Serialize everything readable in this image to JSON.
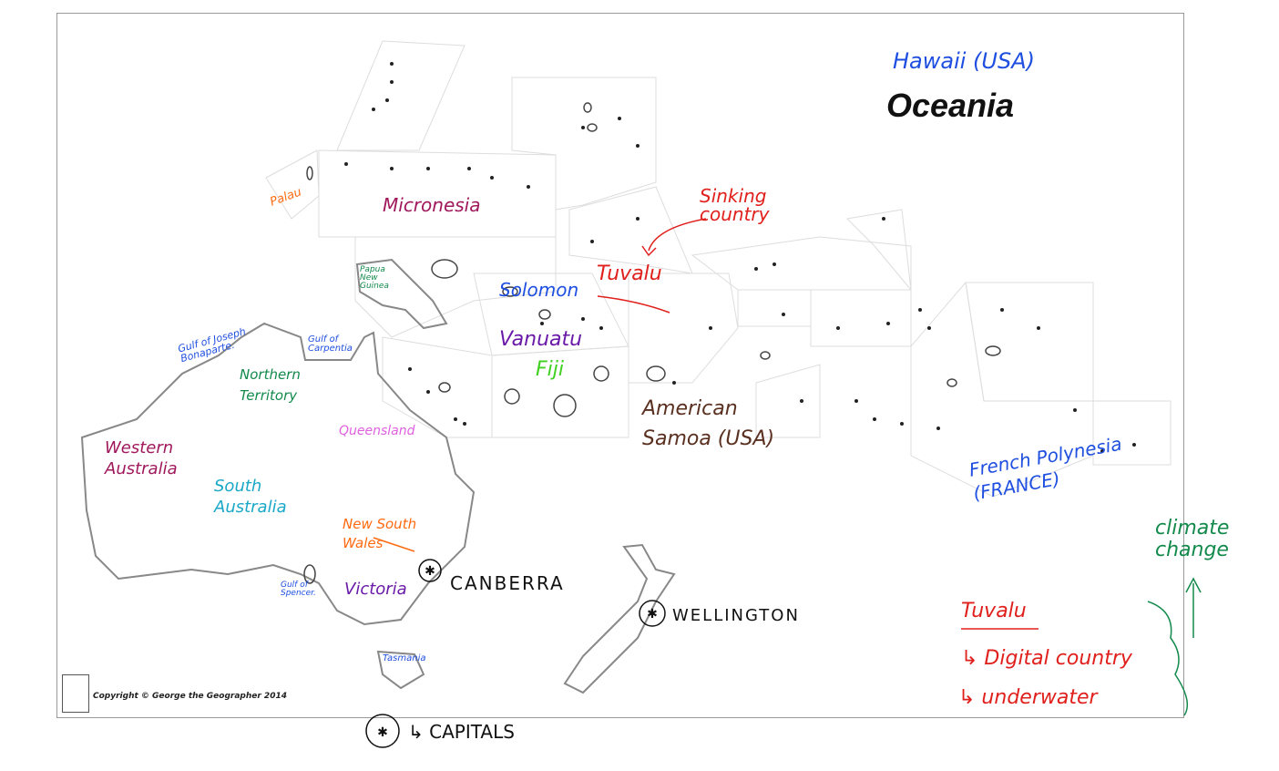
{
  "map": {
    "title": "Oceania",
    "copyright": "Copyright © George the Geographer 2014"
  },
  "annotations": {
    "hawaii": "Hawaii (USA)",
    "palau": "Palau",
    "micronesia": "Micronesia",
    "sinking_country": "Sinking country",
    "tuvalu_map": "Tuvalu",
    "solomon": "Solomon",
    "png": "Papua New Guinea",
    "vanuatu": "Vanuatu",
    "fiji": "Fiji",
    "gulf_joseph": "Gulf of Joseph Bonaparte.",
    "gulf_carpentaria": "Gulf of Carpentia",
    "northern_territory": "Northern Territory",
    "queensland": "Queensland",
    "western_australia": "Western Australia",
    "south_australia": "South Australia",
    "nsw": "New South Wales",
    "canberra": "CANBERRA",
    "gulf_spencer": "Gulf of Spencer.",
    "victoria": "Victoria",
    "tasmania": "Tasmania",
    "wellington": "WELLINGTON",
    "american_samoa": "American Samoa (USA)",
    "french_polynesia": "French Polynesia (FRANCE)",
    "climate_change": "climate change",
    "tuvalu_note": "Tuvalu",
    "digital_country": "↳ Digital country",
    "underwater": "↳ underwater",
    "capitals_legend": "↳ CAPITALS"
  },
  "colors": {
    "blue": "#1f4fe0",
    "red": "#e0201c",
    "green": "#138a4c",
    "magenta": "#a0185c",
    "purple": "#6a1aa8",
    "brown": "#5a3020",
    "orange": "#ff6a10",
    "cyan": "#1aa8c8",
    "pink": "#e060e0",
    "lime": "#40d020"
  }
}
